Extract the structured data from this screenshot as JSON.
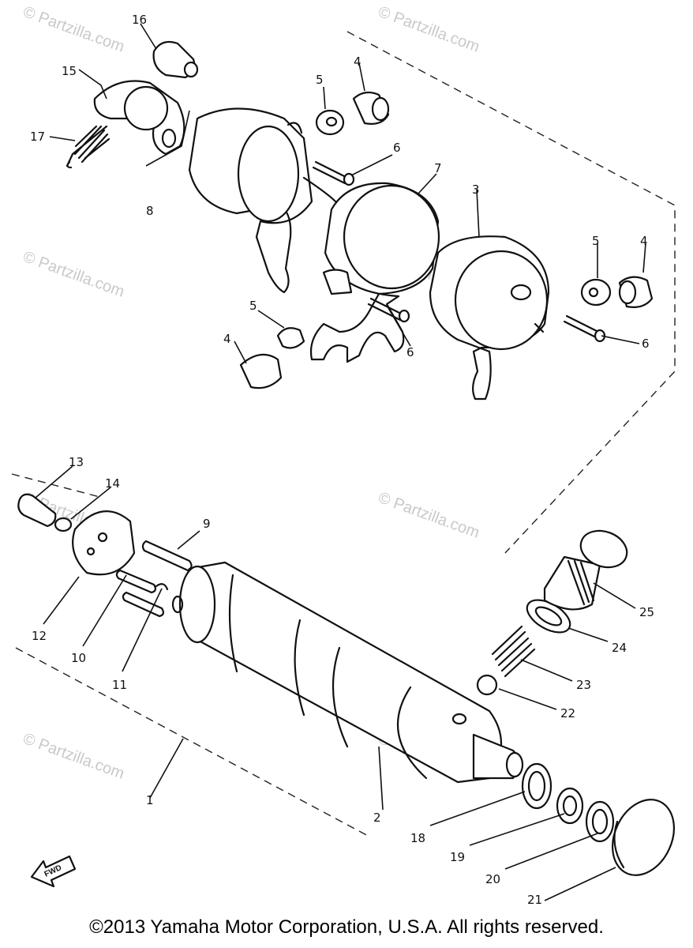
{
  "watermark": "© Partzilla.com",
  "callouts": [
    "1",
    "2",
    "3",
    "4",
    "5",
    "6",
    "7",
    "8",
    "9",
    "10",
    "11",
    "12",
    "13",
    "14",
    "15",
    "16",
    "17",
    "18",
    "19",
    "20",
    "21",
    "22",
    "23",
    "24",
    "25"
  ],
  "fwd_label": "FWD",
  "copyright": "©2013 Yamaha Motor Corporation, U.S.A. All rights reserved."
}
